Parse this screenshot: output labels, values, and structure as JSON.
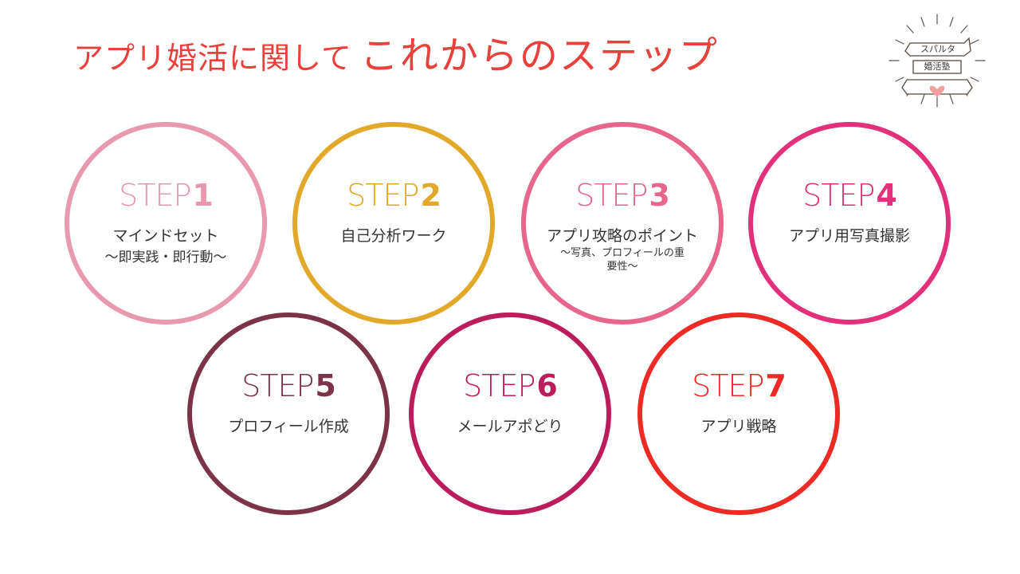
{
  "title": {
    "part1": "アプリ婚活に関して",
    "part2": "これからのステップ",
    "color": "#e8403a"
  },
  "logo": {
    "line1": "スパルタ",
    "line2": "婚活塾"
  },
  "steps": [
    {
      "word": "STEP",
      "num": "1",
      "label": "マインドセット",
      "sub": "〜即実践・即行動〜",
      "small": "",
      "color": "#e899ae"
    },
    {
      "word": "STEP",
      "num": "2",
      "label": "自己分析ワーク",
      "sub": "",
      "small": "",
      "color": "#e2a82a"
    },
    {
      "word": "STEP",
      "num": "3",
      "label": "アプリ攻略のポイント",
      "sub": "",
      "small": "〜写真、プロフィールの重要性〜",
      "color": "#e8668c"
    },
    {
      "word": "STEP",
      "num": "4",
      "label": "アプリ用写真撮影",
      "sub": "",
      "small": "",
      "color": "#e3307a"
    },
    {
      "word": "STEP",
      "num": "5",
      "label": "プロフィール作成",
      "sub": "",
      "small": "",
      "color": "#7d3347"
    },
    {
      "word": "STEP",
      "num": "6",
      "label": "メールアポどり",
      "sub": "",
      "small": "",
      "color": "#bb1d5c"
    },
    {
      "word": "STEP",
      "num": "7",
      "label": "アプリ戦略",
      "sub": "",
      "small": "",
      "color": "#ee2a24"
    }
  ]
}
